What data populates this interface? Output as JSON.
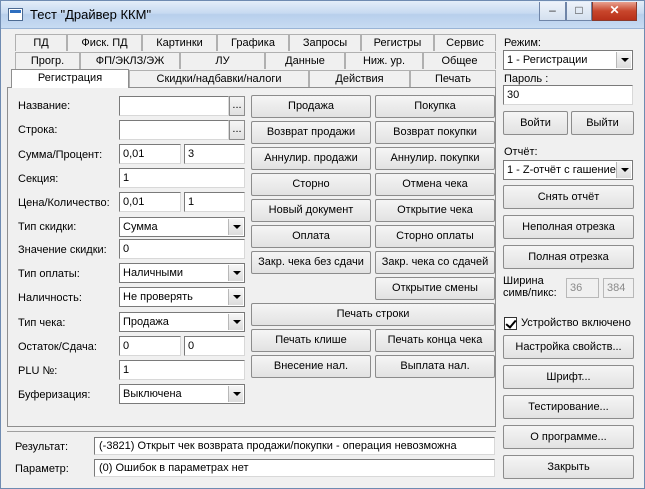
{
  "window": {
    "title": "Тест \"Драйвер ККМ\"",
    "min": "–",
    "max": "□",
    "close": "✕"
  },
  "tabs_row1": [
    "ПД",
    "Фиск. ПД",
    "Картинки",
    "Графика",
    "Запросы",
    "Регистры",
    "Сервис"
  ],
  "tabs_row2": [
    "Прогр.",
    "ФП/ЭКЛЗ/ЭЖ",
    "ЛУ",
    "Данные",
    "Ниж. ур.",
    "Общее"
  ],
  "tabs_row3": [
    "Регистрация",
    "Скидки/надбавки/налоги",
    "Действия",
    "Печать"
  ],
  "form": {
    "name_label": "Название:",
    "name_value": "",
    "name_btn": "...",
    "string_label": "Строка:",
    "string_value": "",
    "string_btn": "...",
    "sum_label": "Сумма/Процент:",
    "sum_value": "0,01",
    "percent_value": "3",
    "section_label": "Секция:",
    "section_value": "1",
    "price_label": "Цена/Количество:",
    "price_value": "0,01",
    "qty_value": "1",
    "discount_type_label": "Тип скидки:",
    "discount_type_value": "Сумма",
    "discount_value_label": "Значение скидки:",
    "discount_value": "0",
    "payment_type_label": "Тип оплаты:",
    "payment_type_value": "Наличными",
    "cash_label": "Наличность:",
    "cash_value": "Не проверять",
    "check_type_label": "Тип чека:",
    "check_type_value": "Продажа",
    "rest_label": "Остаток/Сдача:",
    "rest_value": "0",
    "change_value": "0",
    "plu_label": "PLU №:",
    "plu_value": "1",
    "buffer_label": "Буферизация:",
    "buffer_value": "Выключена"
  },
  "actions": {
    "sale": "Продажа",
    "purchase": "Покупка",
    "return_sale": "Возврат продажи",
    "return_purchase": "Возврат покупки",
    "cancel_sale": "Аннулир. продажи",
    "cancel_purchase": "Аннулир. покупки",
    "storno": "Сторно",
    "cancel_check": "Отмена чека",
    "new_doc": "Новый документ",
    "open_check": "Открытие чека",
    "payment": "Оплата",
    "storno_payment": "Сторно оплаты",
    "close_no_change": "Закр. чека без сдачи",
    "close_with_change": "Закр. чека со сдачей",
    "open_shift": "Открытие смены",
    "print_string": "Печать строки",
    "print_header": "Печать клише",
    "print_footer": "Печать конца чека",
    "cash_in": "Внесение нал.",
    "cash_out": "Выплата нал."
  },
  "status": {
    "result_label": "Результат:",
    "result_value": "(-3821) Открыт чек возврата продажи/покупки - операция невозможна",
    "param_label": "Параметр:",
    "param_value": "(0) Ошибок в параметрах нет"
  },
  "right": {
    "mode_label": "Режим:",
    "mode_value": "1 - Регистрации",
    "password_label": "Пароль :",
    "password_value": "30",
    "login": "Войти",
    "logout": "Выйти",
    "report_label": "Отчёт:",
    "report_value": "1 - Z-отчёт с гашение",
    "remove_report": "Снять отчёт",
    "partial_cut": "Неполная отрезка",
    "full_cut": "Полная отрезка",
    "width_label1": "Ширина",
    "width_label2": "симв/пикс:",
    "width_chars": "36",
    "width_pixels": "384",
    "device_enabled": "Устройство включено",
    "properties": "Настройка свойств...",
    "font": "Шрифт...",
    "testing": "Тестирование...",
    "about": "О программе...",
    "close": "Закрыть"
  }
}
